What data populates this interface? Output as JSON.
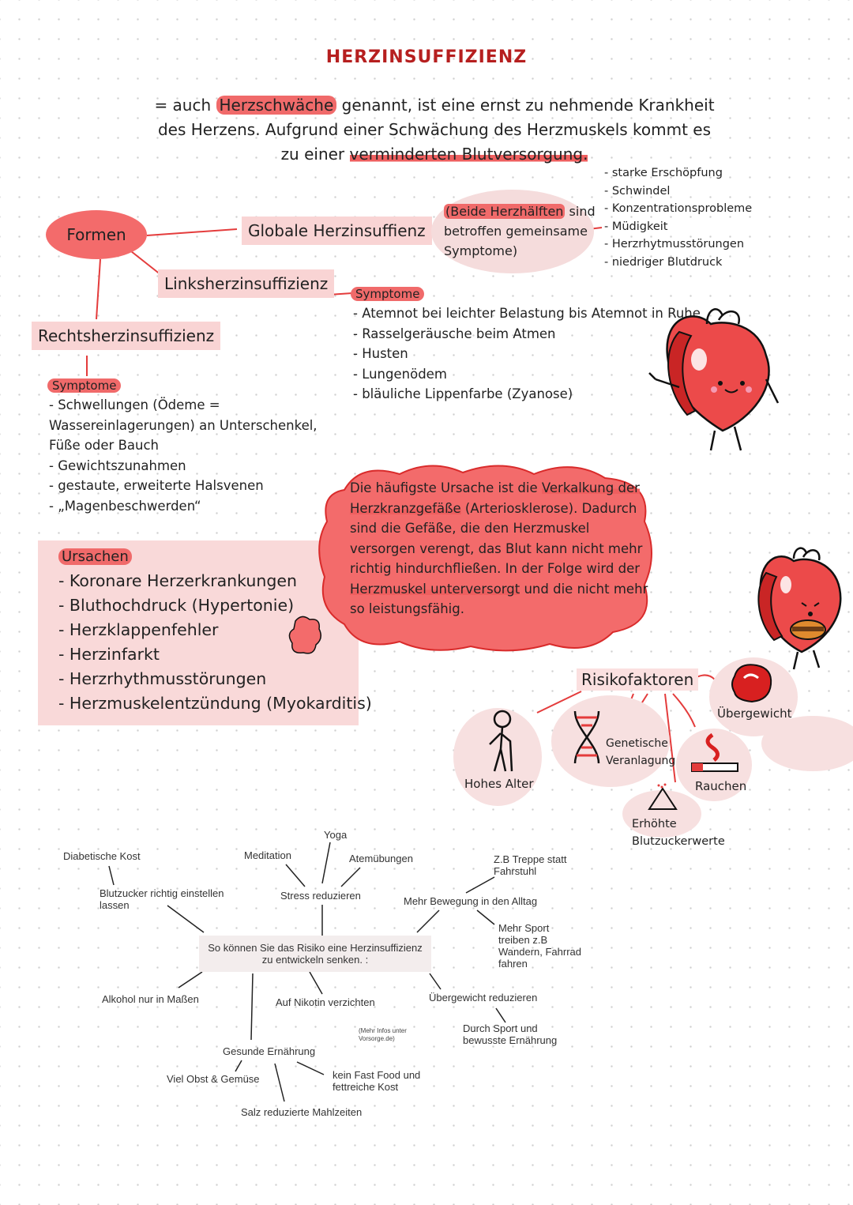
{
  "title": "HERZINSUFFIZIENZ",
  "intro": {
    "l1_a": "= auch ",
    "l1_hl": "Herzschwäche",
    "l1_b": " genannt, ist eine ernst zu nehmende Krankheit",
    "l2": "des Herzens. Aufgrund einer Schwächung des Herzmuskels kommt es",
    "l3_a": "zu einer ",
    "l3_ul": "verminderten Blutversorgung."
  },
  "formen": "Formen",
  "globale": "Globale Herzinsuffienz",
  "beide": {
    "hl": "(Beide Herzhälften",
    "rest1": " sind",
    "line2": "betroffen gemeinsame",
    "line3": "Symptome)"
  },
  "global_symptoms": [
    "- starke Erschöpfung",
    "- Schwindel",
    "- Konzentrationsprobleme",
    "- Müdigkeit",
    "- Herzrhytmusstörungen",
    "- niedriger Blutdruck"
  ],
  "links": "Linksherzinsuffizienz",
  "links_sym_tag": "Symptome",
  "links_symptoms": [
    "- Atemnot bei leichter Belastung bis Atemnot in Ruhe",
    "- Rasselgeräusche beim Atmen",
    "- Husten",
    "- Lungenödem",
    "- bläuliche Lippenfarbe (Zyanose)"
  ],
  "rechts": "Rechtsherzinsuffizienz",
  "rechts_sym_tag": "Symptome",
  "rechts_symptoms": [
    "- Schwellungen (Ödeme =",
    "Wassereinlagerungen) an Unterschenkel,",
    "Füße oder Bauch",
    "- Gewichtszunahmen",
    "- gestaute, erweiterte Halsvenen",
    "- „Magenbeschwerden“"
  ],
  "ursachen_title": "Ursachen",
  "ursachen": [
    "- Koronare Herzerkrankungen",
    "- Bluthochdruck (Hypertonie)",
    "- Herzklappenfehler",
    "- Herzinfarkt",
    "- Herzrhythmusstörungen",
    "- Herzmuskelentzündung (Myokarditis)"
  ],
  "cloud": {
    "t1": "Die häufigste Ursache ist die ",
    "t1_hl": "Verkalkung der",
    "t2_hl": "Herzkranzgefäße",
    "t2": " (Arteriosklerose). Dadurch",
    "t3": "sind die Gefäße, die den Herzmuskel",
    "t4": "versorgen verengt, das Blut kann nicht mehr",
    "t5": "richtig hindurchfließen. In der Folge wird der",
    "t6_hl": "Herzmuskel unterversorgt",
    "t6": " und die nicht mehr",
    "t7": "so leistungsfähig."
  },
  "risk": {
    "title": "Risikofaktoren",
    "alter": "Hohes Alter",
    "genetik1": "Genetische",
    "genetik2": "Veranlagung",
    "uebergewicht": "Übergewicht",
    "rauchen": "Rauchen",
    "blutzucker1": "Erhöhte",
    "blutzucker2": "Blutzuckerwerte"
  },
  "mindmap": {
    "center1": "So können Sie das Risiko eine Herzinsuffizienz",
    "center2": "zu entwickeln senken. :",
    "diab": "Diabetische Kost",
    "blutz1": "Blutzucker richtig einstellen",
    "blutz2": "lassen",
    "meditation": "Meditation",
    "yoga": "Yoga",
    "atem": "Atemübungen",
    "stress": "Stress reduzieren",
    "treppe1": "Z.B Treppe statt",
    "treppe2": "Fahrstuhl",
    "bewegung": "Mehr Bewegung in den Alltag",
    "sport1": "Mehr Sport",
    "sport2": "treiben z.B",
    "sport3": "Wandern, Fahrrad",
    "sport4": "fahren",
    "alkohol": "Alkohol nur in Maßen",
    "nikotin": "Auf Nikotin verzichten",
    "mehrinfos1": "(Mehr Infos unter",
    "mehrinfos2": "Vorsorge.de)",
    "uebergew": "Übergewicht reduzieren",
    "durch1": "Durch Sport und",
    "durch2": "bewusste Ernährung",
    "gesund": "Gesunde Ernährung",
    "obst": "Viel Obst & Gemüse",
    "fastfood1": "kein Fast Food und",
    "fastfood2": "fettreiche Kost",
    "salz": "Salz reduzierte Mahlzeiten"
  }
}
